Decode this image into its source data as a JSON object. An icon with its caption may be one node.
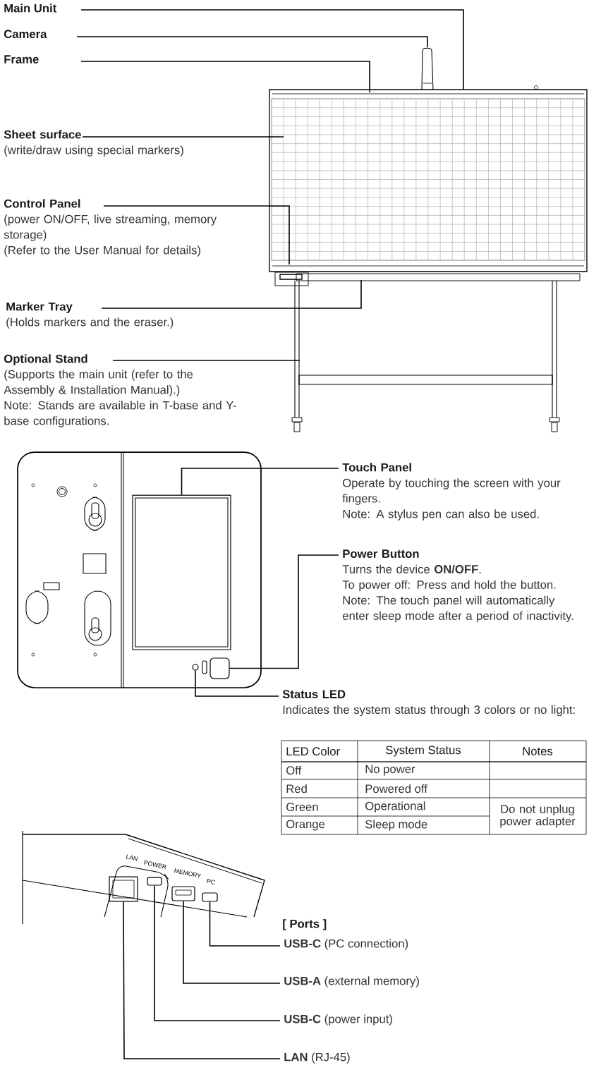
{
  "diagram": {
    "nodes": [
      {
        "text": [
          "Main Unit"
        ]
      },
      {
        "text": [
          "Camera"
        ]
      },
      {
        "text": [
          "Frame"
        ]
      },
      {
        "text": [
          "Sheet surface",
          "(write/draw using special markers)"
        ]
      },
      {
        "text": [
          "Control Panel",
          "(power ON/OFF, live streaming, memory storage)",
          "(Refer to the User Manual for details)"
        ]
      },
      {
        "text": [
          "Marker Tray",
          "(Holds markers and the eraser.)"
        ]
      },
      {
        "text": [
          "Optional Stand",
          "(Supports the main unit (refer to the Assembly & Installation Manual).)",
          "Note: Stands are available in T-base and Y-base configurations."
        ]
      },
      {
        "text": [
          "Touch Panel",
          "Operate by touching the screen with your fingers.",
          "Note: A stylus pen can also be used."
        ]
      },
      {
        "text": [
          "Power Button",
          "Turns the device **ON/OFF**.",
          "To power off: Press and hold the button.",
          "Note: The touch panel will automatically enter sleep mode after a period of inactivity."
        ]
      },
      {
        "text": [
          "Status LED",
          "Indicates the system status through 3 colors or no light:"
        ]
      },
      {
        "text": [
          "**USB-C** (PC connection)"
        ]
      },
      {
        "text": [
          "**USB-A** (external memory)"
        ]
      },
      {
        "text": [
          "**USB-C** (power input)"
        ]
      },
      {
        "text": [
          "**LAN** (RJ-45)"
        ]
      },
      {
        "text": [],
        "shape": "box"
      },
      {
        "text": [],
        "shape": "box"
      },
      {
        "text": [],
        "shape": "box"
      },
      {
        "text": [],
        "shape": "box"
      },
      {
        "text": [],
        "shape": "box"
      },
      {
        "text": [],
        "shape": "box"
      },
      {
        "text": [],
        "shape": "circle"
      }
    ],
    "edges": [
      {
        "from": 0,
        "to": null,
        "arrow": "none"
      },
      {
        "from": 1,
        "to": null,
        "arrow": "none"
      },
      {
        "from": 2,
        "to": null,
        "arrow": "none"
      },
      {
        "from": 3,
        "to": null,
        "arrow": "none"
      },
      {
        "from": 4,
        "to": null,
        "arrow": "none"
      },
      {
        "from": 5,
        "to": null,
        "arrow": "none"
      },
      {
        "from": 6,
        "to": null,
        "arrow": "none"
      },
      {
        "from": 7,
        "to": 19,
        "arrow": "none"
      },
      {
        "from": 8,
        "to": 14,
        "arrow": "none"
      },
      {
        "from": 9,
        "to": 20,
        "arrow": "none"
      },
      {
        "from": 10,
        "to": 15,
        "arrow": "none"
      },
      {
        "from": 11,
        "to": 16,
        "arrow": "none"
      },
      {
        "from": 12,
        "to": 17,
        "arrow": "none"
      },
      {
        "from": 13,
        "to": 18,
        "arrow": "none"
      }
    ],
    "labels": [
      "LED Color",
      "System Status",
      "Notes",
      "Off",
      "No power",
      "Red",
      "Powered off",
      "Green",
      "Operational",
      "Do not unplug power adapter",
      "Orange",
      "Sleep mode",
      "LAN",
      "POWER",
      "MEMORY",
      "PC",
      "[ Ports ]"
    ]
  }
}
